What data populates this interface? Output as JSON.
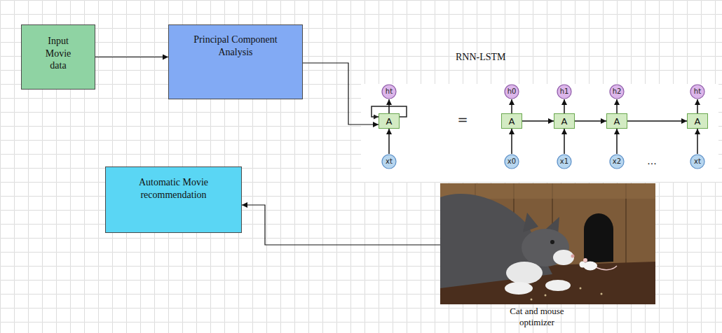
{
  "diagram": {
    "nodes": [
      {
        "text": [
          "Input Movie data"
        ]
      },
      {
        "text": [
          "Principal Component Analysis"
        ]
      },
      {
        "text": [
          "RNN-LSTM"
        ]
      },
      {
        "text": [
          "ht"
        ],
        "in": 2
      },
      {
        "text": [
          "A"
        ],
        "in": 2
      },
      {
        "text": [
          "xt"
        ],
        "in": 2
      },
      {
        "text": [
          "h0"
        ],
        "in": 2
      },
      {
        "text": [
          "A"
        ],
        "in": 2
      },
      {
        "text": [
          "x0"
        ],
        "in": 2
      },
      {
        "text": [
          "h1"
        ],
        "in": 2
      },
      {
        "text": [
          "A"
        ],
        "in": 2
      },
      {
        "text": [
          "x1"
        ],
        "in": 2
      },
      {
        "text": [
          "h2"
        ],
        "in": 2
      },
      {
        "text": [
          "A"
        ],
        "in": 2
      },
      {
        "text": [
          "x2"
        ],
        "in": 2
      },
      {
        "text": [
          "ht"
        ],
        "in": 2
      },
      {
        "text": [
          "A"
        ],
        "in": 2
      },
      {
        "text": [
          "xt"
        ],
        "in": 2
      },
      {
        "text": [
          "Automatic Movie recommendation"
        ]
      },
      {
        "text": [
          "Cat and mouse optimizer"
        ]
      }
    ],
    "edges": [
      {
        "from": 0,
        "to": 1,
        "arrow": "to"
      },
      {
        "from": 1,
        "to": 4,
        "arrow": "to"
      },
      {
        "from": 5,
        "to": 4,
        "arrow": "to"
      },
      {
        "from": 4,
        "to": 3,
        "arrow": "to"
      },
      {
        "from": 8,
        "to": 7,
        "arrow": "to"
      },
      {
        "from": 7,
        "to": 6,
        "arrow": "to"
      },
      {
        "from": 11,
        "to": 10,
        "arrow": "to"
      },
      {
        "from": 10,
        "to": 9,
        "arrow": "to"
      },
      {
        "from": 14,
        "to": 13,
        "arrow": "to"
      },
      {
        "from": 13,
        "to": 12,
        "arrow": "to"
      },
      {
        "from": 17,
        "to": 16,
        "arrow": "to"
      },
      {
        "from": 16,
        "to": 15,
        "arrow": "to"
      },
      {
        "from": 7,
        "to": 10,
        "arrow": "to"
      },
      {
        "from": 10,
        "to": 13,
        "arrow": "to"
      },
      {
        "from": 13,
        "to": 16,
        "arrow": "to"
      },
      {
        "from": 19,
        "to": 18,
        "arrow": "to"
      }
    ],
    "labels": [
      "=",
      "..."
    ]
  }
}
